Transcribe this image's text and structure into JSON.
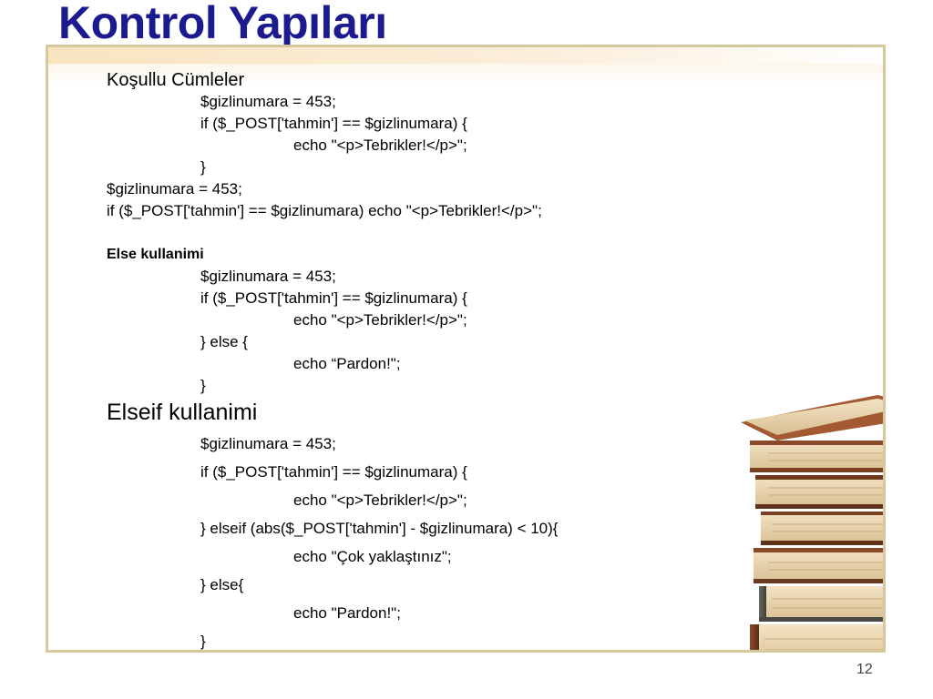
{
  "slide": {
    "title": "Kontrol Yapıları",
    "page_number": "12"
  },
  "section1": {
    "heading": "Koşullu Cümleler",
    "lines": [
      "$gizlinumara = 453;",
      "if ($_POST['tahmin'] == $gizlinumara) {",
      "echo \"<p>Tebrikler!</p>\";",
      "}",
      "$gizlinumara = 453;",
      "if ($_POST['tahmin'] == $gizlinumara) echo \"<p>Tebrikler!</p>\";"
    ]
  },
  "section2": {
    "heading": "Else kullanimi",
    "lines": [
      "$gizlinumara = 453;",
      "if ($_POST['tahmin'] == $gizlinumara) {",
      "echo \"<p>Tebrikler!</p>\";",
      "} else {",
      "echo “Pardon!\";",
      "}"
    ]
  },
  "section3": {
    "heading": "Elseif kullanimi",
    "lines": [
      "$gizlinumara = 453;",
      "if ($_POST['tahmin'] == $gizlinumara) {",
      "echo \"<p>Tebrikler!</p>\";",
      "} elseif (abs($_POST['tahmin'] - $gizlinumara) < 10){",
      "echo \"Çok yaklaştınız\";",
      "} else{",
      "echo \"Pardon!\";",
      "}"
    ]
  },
  "decoration": {
    "image_icon": "stacked-books-icon"
  }
}
